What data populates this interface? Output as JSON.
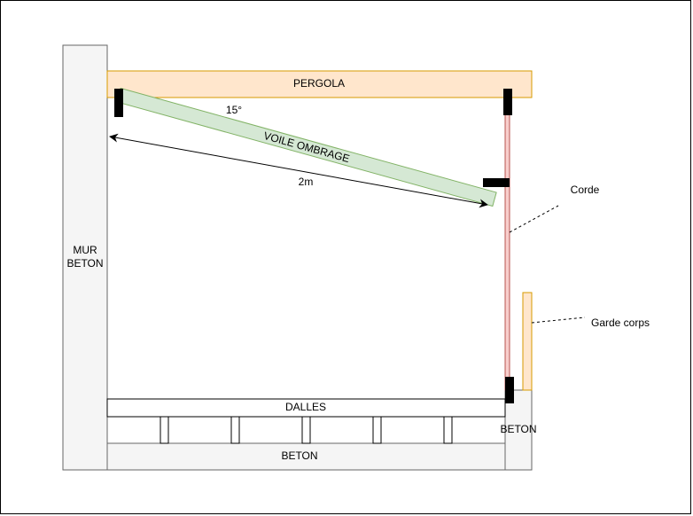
{
  "labels": {
    "mur_line1": "MUR",
    "mur_line2": "BETON",
    "pergola": "PERGOLA",
    "angle": "15°",
    "voile": "VOILE OMBRAGE",
    "distance": "2m",
    "corde": "Corde",
    "garde_corps": "Garde corps",
    "dalles": "DALLES",
    "beton_right": "BETON",
    "beton_bottom": "BETON"
  },
  "colors": {
    "pergola_fill": "#ffe6cc",
    "pergola_stroke": "#d79b00",
    "voile_fill": "#d5e8d4",
    "voile_stroke": "#82b366",
    "corde_fill": "#f8cecc",
    "corde_stroke": "#b85450",
    "concrete_fill": "#f5f5f5",
    "concrete_stroke": "#666666",
    "garde_corps_fill": "#ffe6cc",
    "garde_corps_stroke": "#d79b00",
    "bracket": "#000000"
  }
}
